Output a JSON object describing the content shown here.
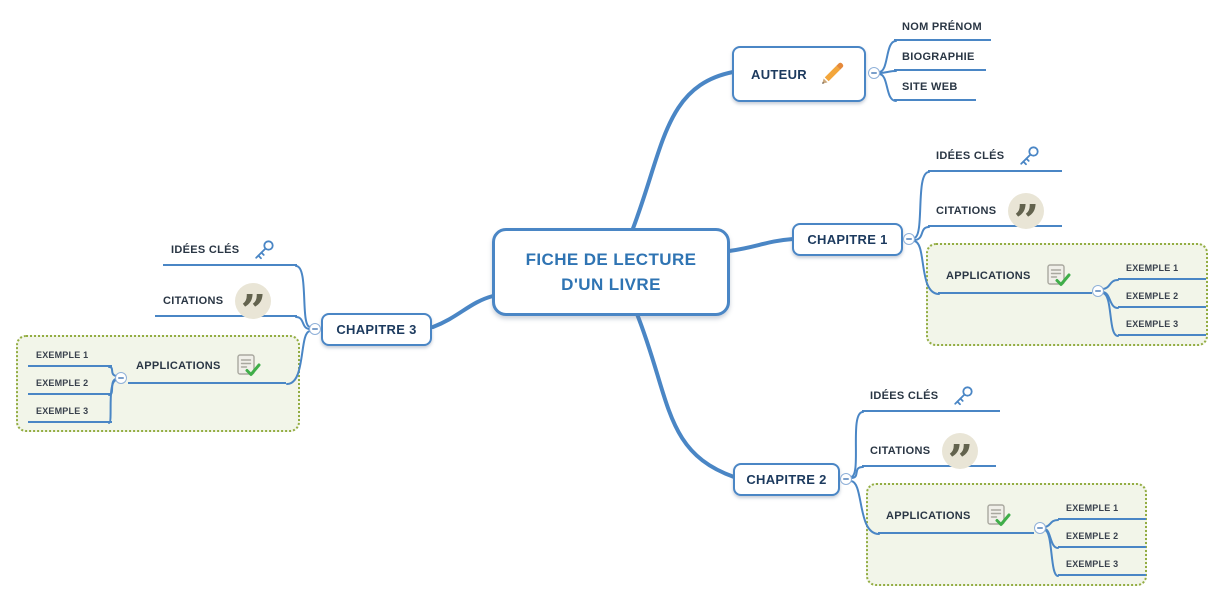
{
  "colors": {
    "branch_blue": "#4a86c5",
    "title_blue": "#2f74b3",
    "node_text": "#1c3a5e",
    "green_border": "#93ad43",
    "green_bg": "#f2f5e9",
    "quote_circle_bg": "#e9e5d6",
    "check_green": "#3fae49",
    "pencil_orange": "#f3a63b"
  },
  "icons": {
    "quote_glyph": "”"
  },
  "root": {
    "line1": "FICHE DE LECTURE",
    "line2": "D'UN LIVRE"
  },
  "auteur": {
    "label": "AUTEUR",
    "children": [
      {
        "label": "NOM PRÉNOM"
      },
      {
        "label": "BIOGRAPHIE"
      },
      {
        "label": "SITE WEB"
      }
    ]
  },
  "chapitre1": {
    "label": "CHAPITRE 1",
    "idees": {
      "label": "IDÉES CLÉS"
    },
    "citations": {
      "label": "CITATIONS"
    },
    "applications": {
      "label": "APPLICATIONS",
      "exemples": [
        {
          "label": "EXEMPLE 1"
        },
        {
          "label": "EXEMPLE 2"
        },
        {
          "label": "EXEMPLE 3"
        }
      ]
    }
  },
  "chapitre2": {
    "label": "CHAPITRE 2",
    "idees": {
      "label": "IDÉES CLÉS"
    },
    "citations": {
      "label": "CITATIONS"
    },
    "applications": {
      "label": "APPLICATIONS",
      "exemples": [
        {
          "label": "EXEMPLE 1"
        },
        {
          "label": "EXEMPLE 2"
        },
        {
          "label": "EXEMPLE 3"
        }
      ]
    }
  },
  "chapitre3": {
    "label": "CHAPITRE 3",
    "idees": {
      "label": "IDÉES CLÉS"
    },
    "citations": {
      "label": "CITATIONS"
    },
    "applications": {
      "label": "APPLICATIONS",
      "exemples": [
        {
          "label": "EXEMPLE 1"
        },
        {
          "label": "EXEMPLE 2"
        },
        {
          "label": "EXEMPLE 3"
        }
      ]
    }
  }
}
